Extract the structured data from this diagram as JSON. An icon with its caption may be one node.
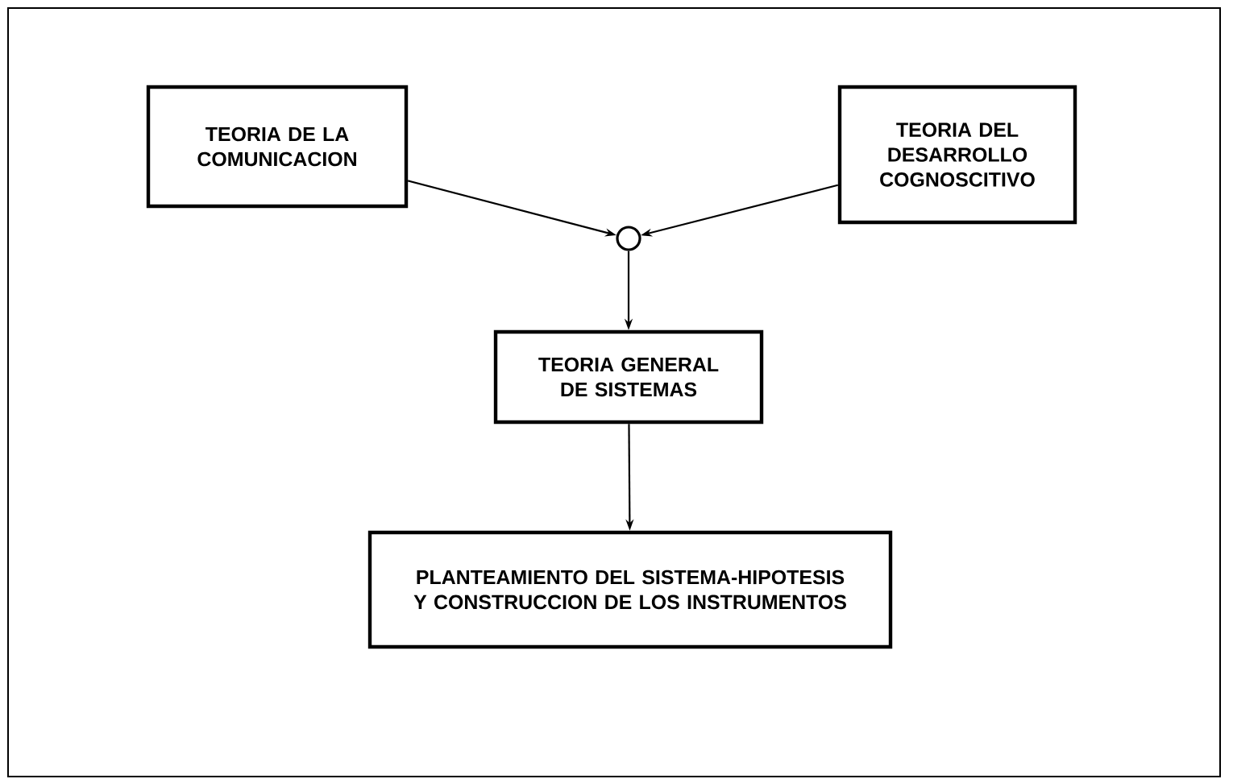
{
  "diagram": {
    "nodes": [
      {
        "text": [
          "TEORIA DE LA COMUNICACION"
        ]
      },
      {
        "text": [
          "TEORIA DEL DESARROLLO COGNOSCITIVO"
        ]
      },
      {
        "text": [],
        "shape": "circle"
      },
      {
        "text": [
          "TEORIA GENERAL DE SISTEMAS"
        ]
      },
      {
        "text": [
          "PLANTEAMIENTO DEL SISTEMA-HIPOTESIS Y CONSTRUCCION DE LOS INSTRUMENTOS"
        ]
      }
    ],
    "edges": [
      {
        "from": 0,
        "to": 2,
        "arrow": "to"
      },
      {
        "from": 1,
        "to": 2,
        "arrow": "to"
      },
      {
        "from": 2,
        "to": 3,
        "arrow": "to"
      },
      {
        "from": 3,
        "to": 4,
        "arrow": "to"
      }
    ]
  }
}
